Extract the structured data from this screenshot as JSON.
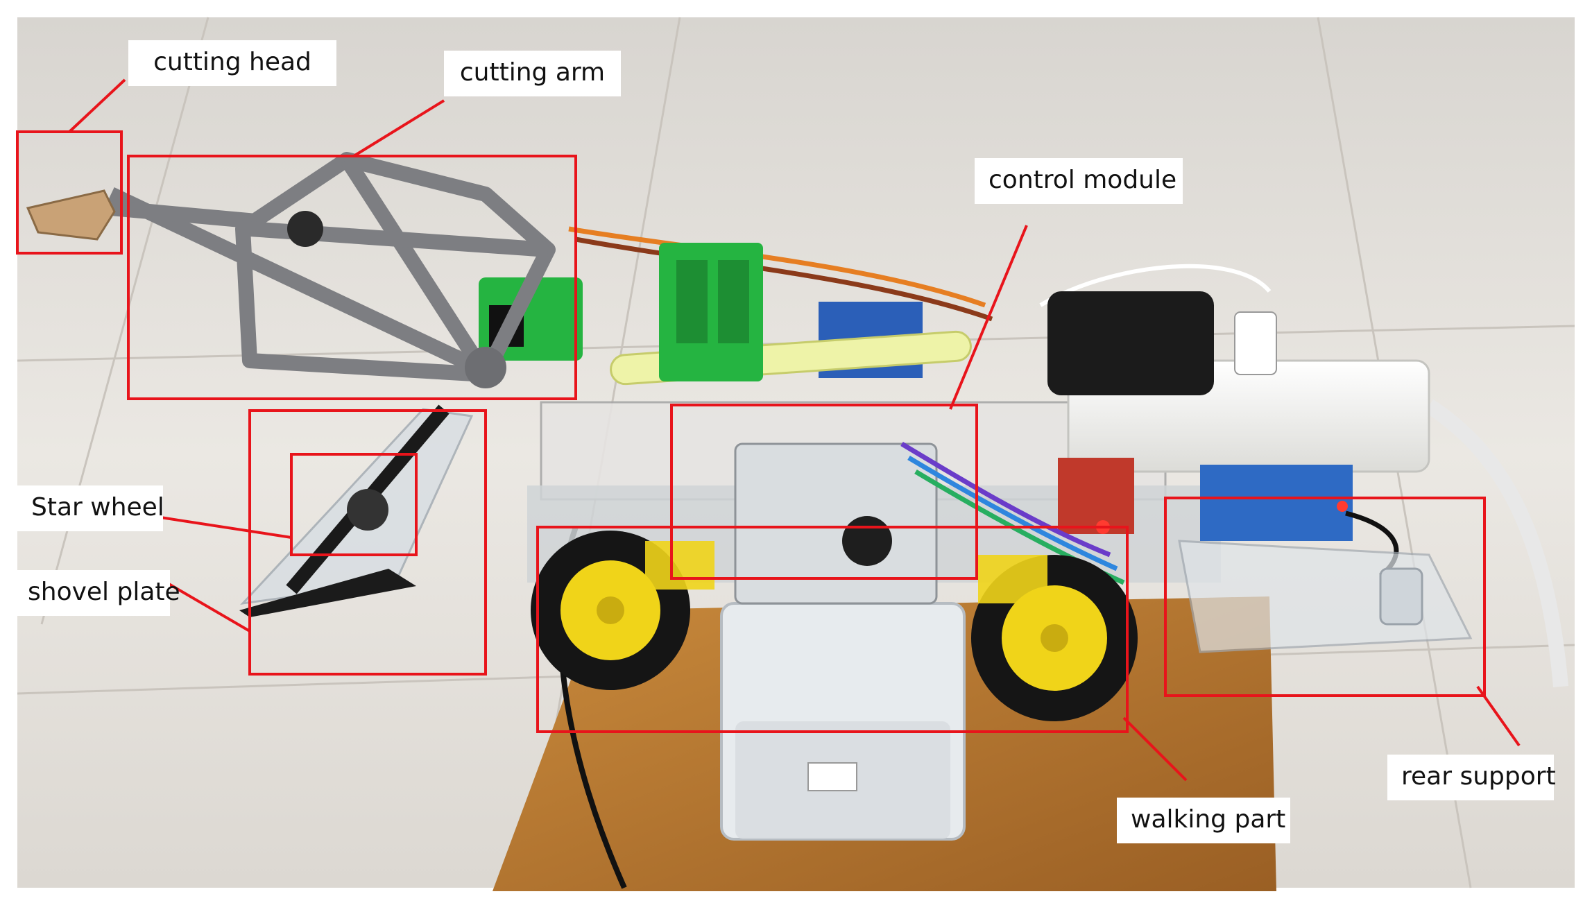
{
  "image": {
    "labels": {
      "cutting_head": "cutting head",
      "cutting_arm": "cutting arm",
      "control_module": "control module",
      "star_wheel": "Star wheel",
      "shovel_plate": "shovel plate",
      "walking_part": "walking part",
      "rear_support": "rear support"
    },
    "colors": {
      "annotation": "#e8141b",
      "floor": "#e9e6e1",
      "board": "#b9782f",
      "wheel_tire": "#151515",
      "wheel_hub": "#f0d419",
      "arm_grey": "#7d7e82",
      "servo_green": "#25b441",
      "power_strip": "#f4f4f2"
    }
  }
}
